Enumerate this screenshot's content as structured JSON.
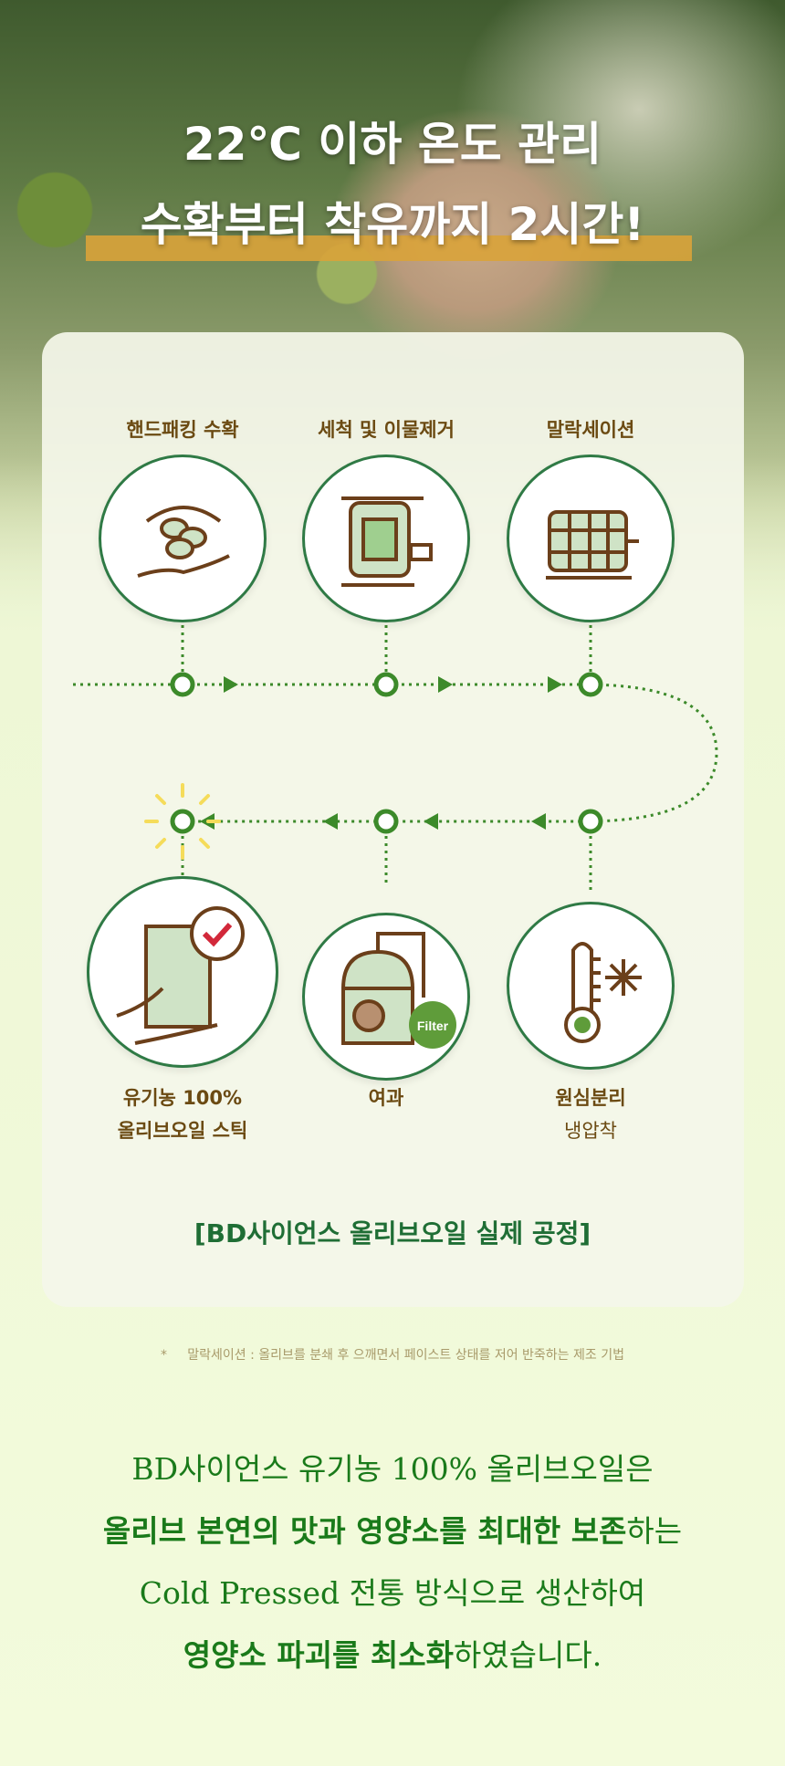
{
  "headline": {
    "line1": "22℃ 이하 온도 관리",
    "line2": "수확부터 착유까지 2시간!"
  },
  "steps": [
    {
      "label": "핸드패킹 수확",
      "icon": "olive-hand-icon"
    },
    {
      "label": "세척 및 이물제거",
      "icon": "washing-machine-icon"
    },
    {
      "label": "말락세이션",
      "icon": "barrel-icon"
    },
    {
      "label": "원심분리",
      "label2": "냉압착",
      "icon": "thermometer-snowflake-icon"
    },
    {
      "label": "여과",
      "icon": "filter-tank-icon",
      "badge": "Filter"
    },
    {
      "label": "유기농 100%",
      "label2": "올리브오일 스틱",
      "icon": "oil-stick-check-icon"
    }
  ],
  "process_title": "[BD사이언스 올리브오일 실제 공정]",
  "footnote": {
    "mark": "*",
    "text": "말락세이션 : 올리브를 분쇄 후 으깨면서 페이스트 상태를 저어 반죽하는 제조 기법"
  },
  "body": {
    "line1": "BD사이언스 유기농 100% 올리브오일은",
    "line2_bold": "올리브 본연의 맛과 영양소를 최대한 보존",
    "line2_rest": "하는",
    "line3": "Cold Pressed 전통 방식으로 생산하여",
    "line4_bold": "영양소 파괴를 최소화",
    "line4_rest": "하였습니다."
  },
  "colors": {
    "accent_green": "#2f7a45",
    "dot_green": "#3c8a2a",
    "label_brown": "#6b4a12",
    "highlight": "#d9a33a"
  }
}
